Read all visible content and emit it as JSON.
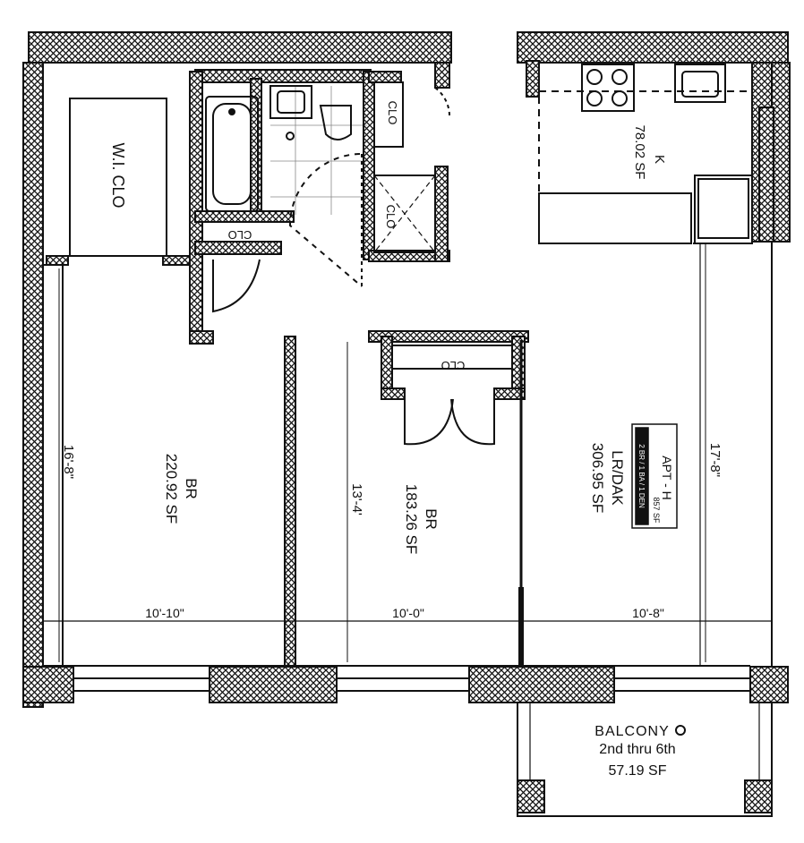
{
  "rooms": {
    "walk_in_closet": "W.I. CLO",
    "bath_closet": "CLO",
    "hall_closet_1": "CLO",
    "hall_closet_2": "CLO",
    "bedroom2_closet": "CLO",
    "kitchen_name": "K",
    "kitchen_area": "78.02 SF",
    "bedroom1_name": "BR",
    "bedroom1_area": "220.92 SF",
    "bedroom2_name": "BR",
    "bedroom2_area": "183.26 SF",
    "living_name": "LR/DAK",
    "living_area": "306.95 SF"
  },
  "dimensions": {
    "br1_depth": "16'-8\"",
    "br2_depth": "13'-4'",
    "lr_depth": "17'-8\"",
    "br1_width": "10'-10\"",
    "br2_width": "10'-0\"",
    "lr_width": "10'-8\""
  },
  "unit_tag": {
    "line1": "APT - H",
    "line2": "2 BR / 1 BA / 1 DEN",
    "line3": "857 SF"
  },
  "balcony": {
    "name": "BALCONY",
    "floors": "2nd thru 6th",
    "area": "57.19 SF"
  },
  "colors": {
    "ink": "#111111",
    "paper": "#ffffff"
  }
}
